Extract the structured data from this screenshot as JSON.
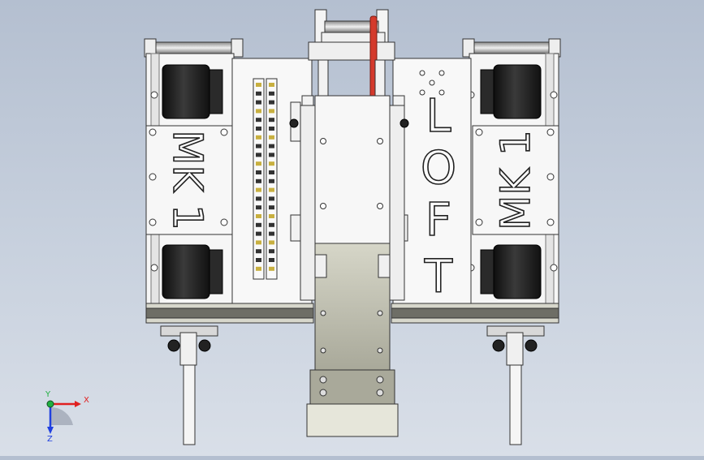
{
  "viewport": {
    "panel_left_text": "MK 1",
    "panel_right_text": "MK 1",
    "panel_center_letters": [
      "L",
      "O",
      "F",
      "T"
    ]
  },
  "triad": {
    "x_label": "X",
    "y_label": "Y",
    "z_label": "Z",
    "colors": {
      "x": "#e02020",
      "y": "#20b040",
      "z": "#2040e0"
    }
  },
  "colors": {
    "metal_light": "#f4f4f4",
    "metal_mid": "#d2d2d2",
    "metal_dark": "#5a5a5a",
    "rubber": "#1e1e1e",
    "accent_red": "#d43a2c",
    "plate_grey": "#b8b8a8"
  }
}
